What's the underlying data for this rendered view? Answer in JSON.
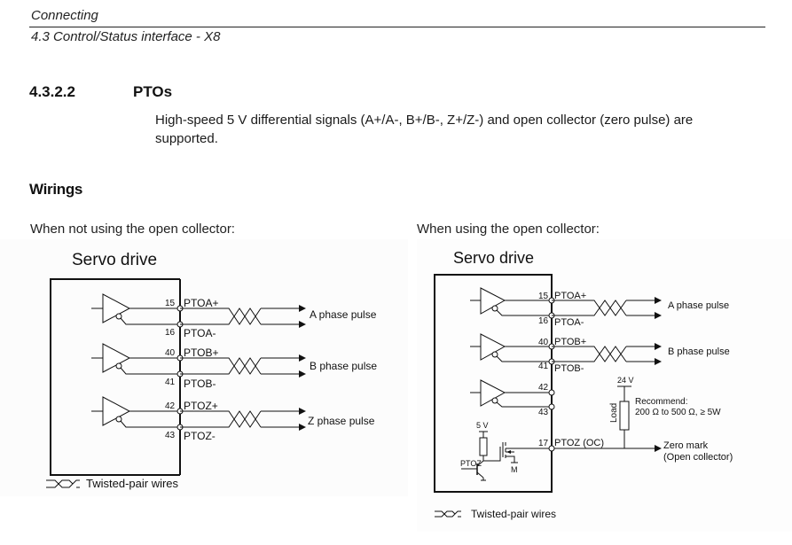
{
  "header": {
    "chapter": "Connecting",
    "section": "4.3 Control/Status interface - X8"
  },
  "section": {
    "number": "4.3.2.2",
    "title": "PTOs",
    "paragraph_line1": "High-speed 5 V differential signals (A+/A-, B+/B-, Z+/Z-) and open collector (zero pulse) are",
    "paragraph_line2": "supported."
  },
  "wirings": {
    "title": "Wirings",
    "left_caption": "When not using the open collector:",
    "right_caption": "When using the open collector:"
  },
  "diagram_left": {
    "title": "Servo drive",
    "pins": [
      {
        "num": "15",
        "name": "PTOA+"
      },
      {
        "num": "16",
        "name": "PTOA-"
      },
      {
        "num": "40",
        "name": "PTOB+"
      },
      {
        "num": "41",
        "name": "PTOB-"
      },
      {
        "num": "42",
        "name": "PTOZ+"
      },
      {
        "num": "43",
        "name": "PTOZ-"
      }
    ],
    "signals": [
      "A phase pulse",
      "B phase pulse",
      "Z phase pulse"
    ],
    "legend": "Twisted-pair wires"
  },
  "diagram_right": {
    "title": "Servo drive",
    "pins": [
      {
        "num": "15",
        "name": "PTOA+"
      },
      {
        "num": "16",
        "name": "PTOA-"
      },
      {
        "num": "40",
        "name": "PTOB+"
      },
      {
        "num": "41",
        "name": "PTOB-"
      },
      {
        "num": "42",
        "name": ""
      },
      {
        "num": "43",
        "name": ""
      },
      {
        "num": "17",
        "name": "PTOZ (OC)"
      }
    ],
    "signals": [
      "A phase pulse",
      "B phase pulse"
    ],
    "supply_24v": "24 V",
    "load_label": "Load",
    "recommend_line1": "Recommend:",
    "recommend_line2": "200 Ω to 500 Ω, ≥ 5W",
    "zero_mark_line1": "Zero mark",
    "zero_mark_line2": "(Open collector)",
    "supply_5v": "5 V",
    "transistor_label": "PTOZ",
    "ground_label": "M",
    "legend": "Twisted-pair wires"
  }
}
